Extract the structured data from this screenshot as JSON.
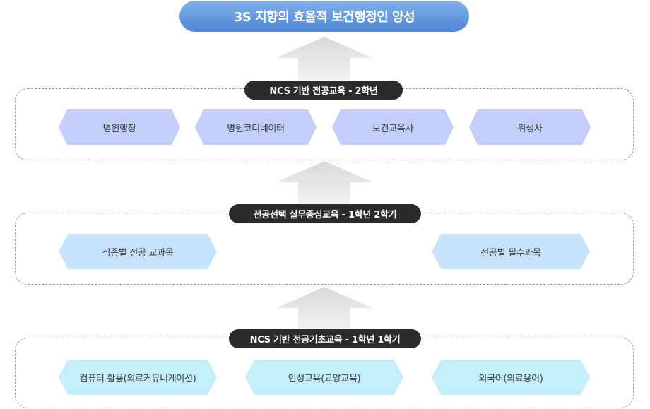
{
  "title": "3S 지향의 효율적 보건행정인 양성",
  "sections": [
    {
      "label": "NCS 기반 전공교육 - 2학년",
      "items": [
        "병원행정",
        "병원코디네이터",
        "보건교육사",
        "위생사"
      ]
    },
    {
      "label": "전공선택 실무중심교육 - 1학년 2학기",
      "items": [
        "직종별 전공 교과목",
        "전공별 필수과목"
      ]
    },
    {
      "label": "NCS 기반 전공기초교육 - 1학년 1학기",
      "items": [
        "컴퓨터 활용(의료커뮤니케이션)",
        "인성교육(교양교육)",
        "외국어(의료용어)"
      ]
    }
  ],
  "colors": {
    "goal_gradient_top": "#7fb1ea",
    "goal_gradient_bottom": "#4f86d6",
    "label_bg": "#2b2b2b",
    "hex_blue": "#c2cffb",
    "hex_lightblue": "#c7e2fb",
    "hex_cyan": "#c4eefb",
    "arrow": "#e6e6e6"
  }
}
